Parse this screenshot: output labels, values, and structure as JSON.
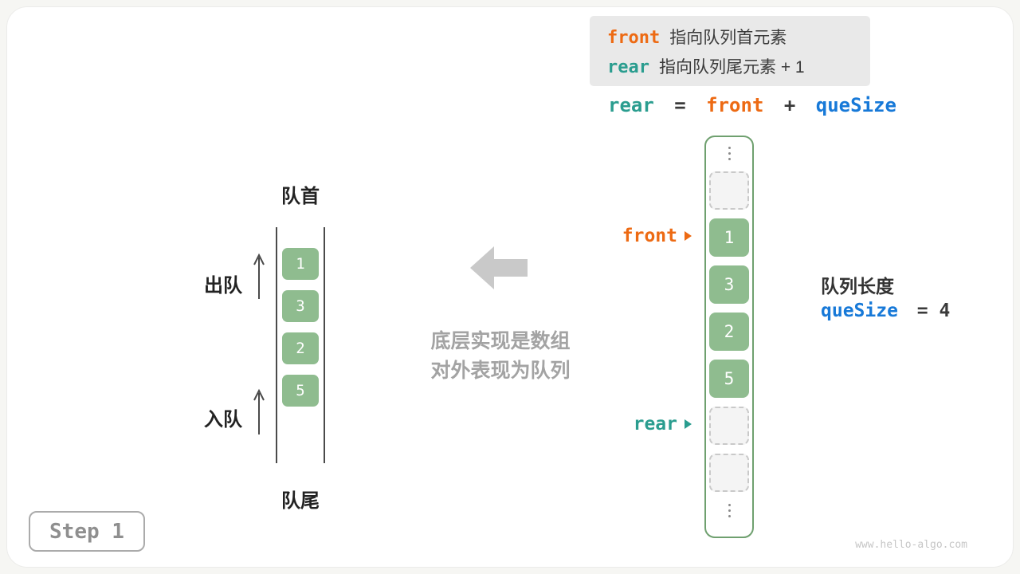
{
  "legend": {
    "line1_keyword": "front",
    "line1_text": "指向队列首元素",
    "line2_keyword": "rear",
    "line2_text": "指向队列尾元素 + 1"
  },
  "formula": {
    "rear": "rear",
    "eq": "=",
    "front": "front",
    "plus": "+",
    "queSize": "queSize"
  },
  "left_queue": {
    "front_label": "队首",
    "rear_label": "队尾",
    "dequeue_label": "出队",
    "enqueue_label": "入队",
    "values": [
      "1",
      "3",
      "2",
      "5"
    ]
  },
  "center_note": {
    "line1": "底层实现是数组",
    "line2": "对外表现为队列"
  },
  "array_view": {
    "values": [
      "1",
      "3",
      "2",
      "5"
    ],
    "front_pointer": "front",
    "rear_pointer": "rear"
  },
  "queue_info": {
    "length_label": "队列长度",
    "size_keyword": "queSize",
    "size_value": "= 4"
  },
  "step_badge": "Step 1",
  "watermark": "www.hello-algo.com",
  "colors": {
    "front_orange": "#ED6A13",
    "rear_teal": "#2A9D8F",
    "size_blue": "#1779D8",
    "cell_green": "#8FBC8F"
  }
}
